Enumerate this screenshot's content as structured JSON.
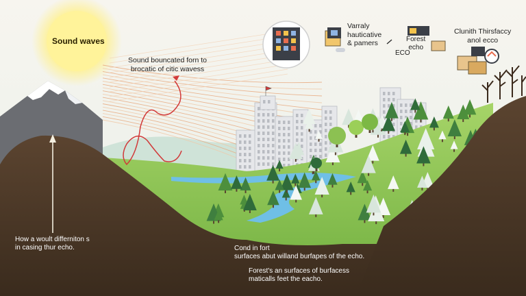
{
  "labels": {
    "sun": "Sound waves",
    "bounce_line1": "Sound bouncated forn to",
    "bounce_line2": "brocatic of citic wavess",
    "variously_line1": "Varraly",
    "variously_line2": "hauticative",
    "variously_line3": "& pamers",
    "forest_echo_line1": "Forest",
    "forest_echo_line2": "echo",
    "eco": "ECO",
    "clunith_line1": "Clunith Thirsfaccy",
    "clunith_line2": "anol ecco",
    "how_line1": "How a woult differniton s",
    "how_line2": "in casing thur echo.",
    "cond_line1": "Cond in fort",
    "cond_line2": "surfaces abut willand burfapes of the echo.",
    "forests_line1": "Forest's an surfaces of burfacess",
    "forests_line2": "maticalls feet the eacho."
  },
  "colors": {
    "sun": "#fff3a8",
    "hill": "#4e3a28",
    "meadow": "#8cc152",
    "river": "#5bb3df",
    "waves": "#e8a87c",
    "echo_path": "#d13a3a"
  }
}
